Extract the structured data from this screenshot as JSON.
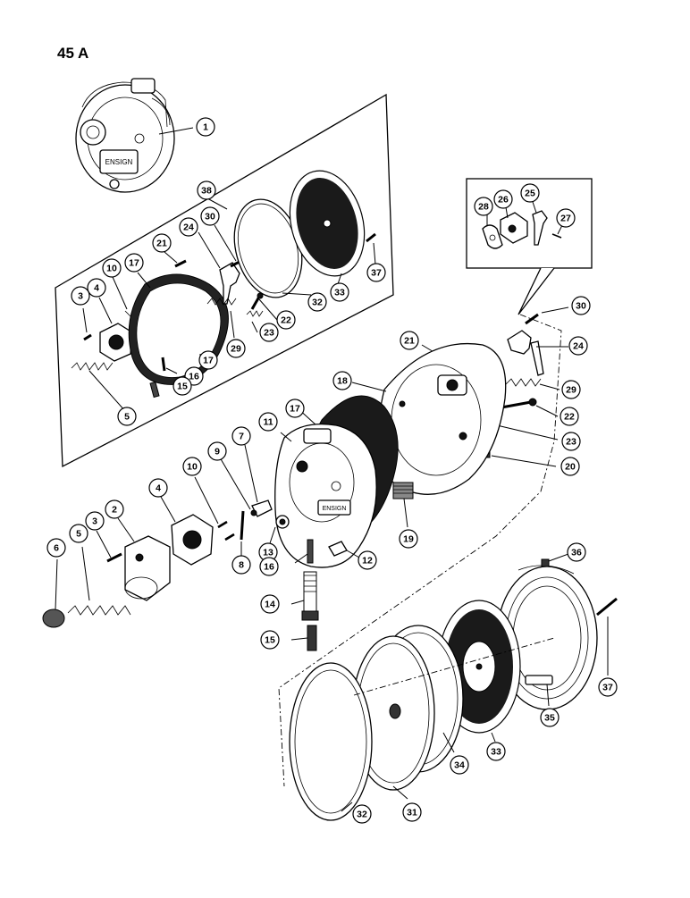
{
  "page": {
    "label": "45 A"
  },
  "callouts": [
    {
      "id": "c1",
      "text": "1"
    },
    {
      "id": "c38",
      "text": "38"
    },
    {
      "id": "c30a",
      "text": "30"
    },
    {
      "id": "c24a",
      "text": "24"
    },
    {
      "id": "c21a",
      "text": "21"
    },
    {
      "id": "c17a",
      "text": "17"
    },
    {
      "id": "c10a",
      "text": "10"
    },
    {
      "id": "c4a",
      "text": "4"
    },
    {
      "id": "c3a",
      "text": "3"
    },
    {
      "id": "c37a",
      "text": "37"
    },
    {
      "id": "c33a",
      "text": "33"
    },
    {
      "id": "c32a",
      "text": "32"
    },
    {
      "id": "c22a",
      "text": "22"
    },
    {
      "id": "c29a",
      "text": "29"
    },
    {
      "id": "c23a",
      "text": "23"
    },
    {
      "id": "c17b",
      "text": "17"
    },
    {
      "id": "c16a",
      "text": "16"
    },
    {
      "id": "c15a",
      "text": "15"
    },
    {
      "id": "c5a",
      "text": "5"
    },
    {
      "id": "c28",
      "text": "28"
    },
    {
      "id": "c26",
      "text": "26"
    },
    {
      "id": "c25",
      "text": "25"
    },
    {
      "id": "c27",
      "text": "27"
    },
    {
      "id": "c30b",
      "text": "30"
    },
    {
      "id": "c24b",
      "text": "24"
    },
    {
      "id": "c21b",
      "text": "21"
    },
    {
      "id": "c29b",
      "text": "29"
    },
    {
      "id": "c18",
      "text": "18"
    },
    {
      "id": "c22b",
      "text": "22"
    },
    {
      "id": "c17c",
      "text": "17"
    },
    {
      "id": "c23b",
      "text": "23"
    },
    {
      "id": "c11",
      "text": "11"
    },
    {
      "id": "c20",
      "text": "20"
    },
    {
      "id": "c7",
      "text": "7"
    },
    {
      "id": "c9",
      "text": "9"
    },
    {
      "id": "c10b",
      "text": "10"
    },
    {
      "id": "c4b",
      "text": "4"
    },
    {
      "id": "c19",
      "text": "19"
    },
    {
      "id": "c2",
      "text": "2"
    },
    {
      "id": "c3b",
      "text": "3"
    },
    {
      "id": "c5b",
      "text": "5"
    },
    {
      "id": "c6",
      "text": "6"
    },
    {
      "id": "c8",
      "text": "8"
    },
    {
      "id": "c13",
      "text": "13"
    },
    {
      "id": "c12",
      "text": "12"
    },
    {
      "id": "c16b",
      "text": "16"
    },
    {
      "id": "c14",
      "text": "14"
    },
    {
      "id": "c15b",
      "text": "15"
    },
    {
      "id": "c36",
      "text": "36"
    },
    {
      "id": "c37b",
      "text": "37"
    },
    {
      "id": "c35",
      "text": "35"
    },
    {
      "id": "c33b",
      "text": "33"
    },
    {
      "id": "c34",
      "text": "34"
    },
    {
      "id": "c31",
      "text": "31"
    },
    {
      "id": "c32b",
      "text": "32"
    }
  ],
  "labels": {
    "carb_top": "ENSIGN",
    "carb_body": "ENSIGN"
  }
}
